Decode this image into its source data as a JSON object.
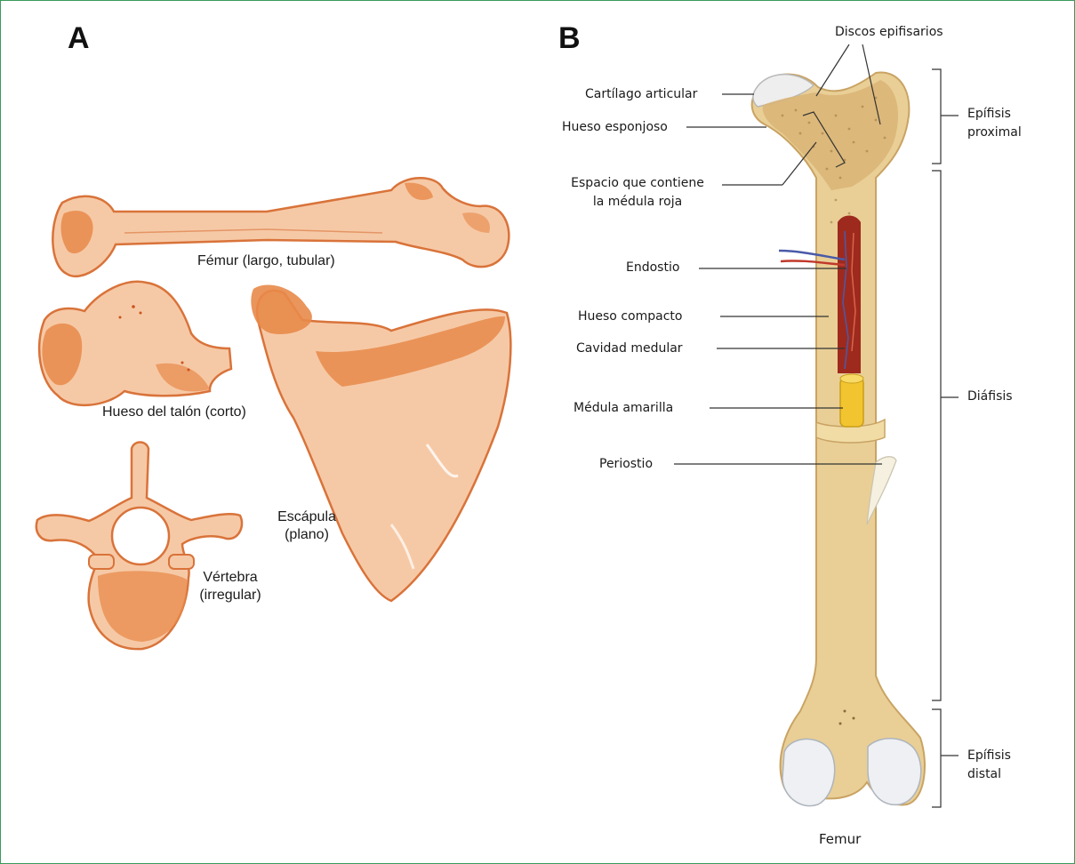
{
  "panel_a": {
    "letter": "A",
    "labels": {
      "femur": "Fémur (largo, tubular)",
      "heel": "Hueso del talón (corto)",
      "scapula_1": "Escápula",
      "scapula_2": "(plano)",
      "vertebra_1": "Vértebra",
      "vertebra_2": "(irregular)"
    }
  },
  "panel_b": {
    "letter": "B",
    "labels": {
      "discos": "Discos epifisarios",
      "cartilago": "Cartílago articular",
      "esponjoso": "Hueso esponjoso",
      "espacio_1": "Espacio que contiene",
      "espacio_2": "la médula roja",
      "endostio": "Endostio",
      "compacto": "Hueso compacto",
      "cavidad": "Cavidad medular",
      "amarilla": "Médula amarilla",
      "periostio": "Periostio",
      "epi_prox_1": "Epífisis",
      "epi_prox_2": "proximal",
      "diafisis": "Diáfisis",
      "epi_dist_1": "Epífisis",
      "epi_dist_2": "distal",
      "caption": "Femur"
    }
  },
  "colors": {
    "bone_orange_light": "#f6c9a6",
    "bone_orange_dark": "#e8894a",
    "bone_outline": "#d9733a",
    "femur_tan": "#e9cf96",
    "femur_shadow": "#c9a363",
    "marrow_red": "#9e2a1e",
    "yellow_marrow": "#f2c530",
    "frame_green": "#3a9a5a"
  }
}
